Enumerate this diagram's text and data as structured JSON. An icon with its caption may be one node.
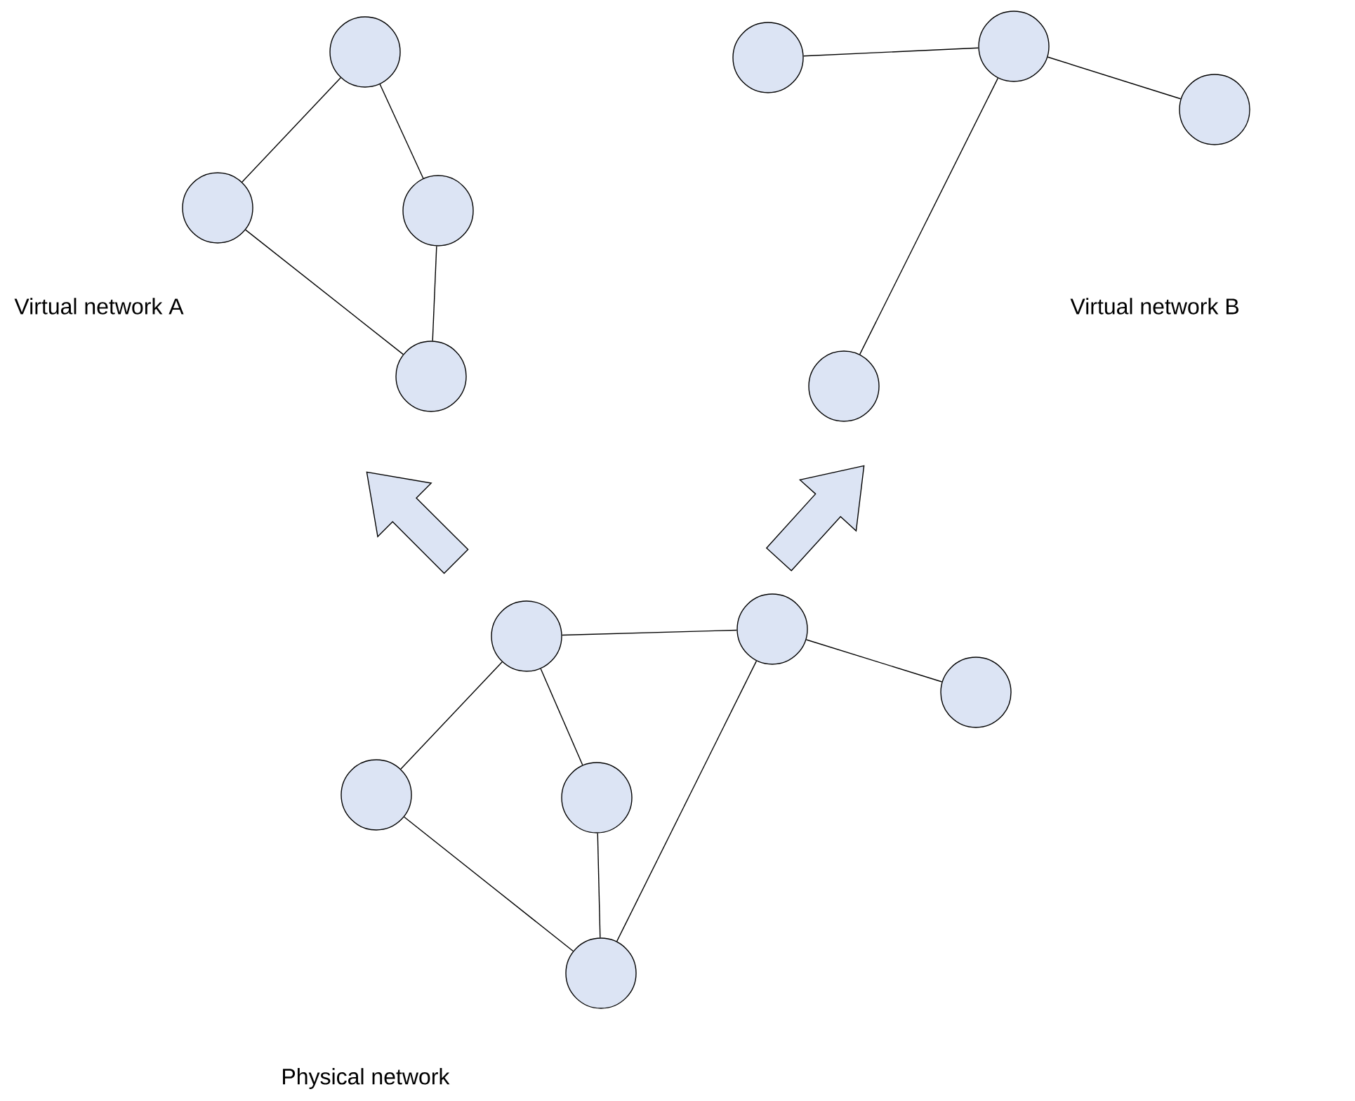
{
  "diagram": {
    "nodes": [
      {
        "text": [],
        "shape": "circle"
      },
      {
        "text": [],
        "shape": "circle"
      },
      {
        "text": [],
        "shape": "circle"
      },
      {
        "text": [],
        "shape": "circle"
      },
      {
        "text": [],
        "shape": "circle"
      },
      {
        "text": [],
        "shape": "circle"
      },
      {
        "text": [],
        "shape": "circle"
      },
      {
        "text": [],
        "shape": "circle"
      },
      {
        "text": [],
        "shape": "circle"
      },
      {
        "text": [],
        "shape": "circle"
      },
      {
        "text": [],
        "shape": "circle"
      },
      {
        "text": [],
        "shape": "circle"
      },
      {
        "text": [],
        "shape": "circle"
      },
      {
        "text": [],
        "shape": "circle"
      }
    ],
    "edges": [
      {
        "from": 0,
        "to": 1,
        "arrow": "none"
      },
      {
        "from": 0,
        "to": 2,
        "arrow": "none"
      },
      {
        "from": 1,
        "to": 3,
        "arrow": "none"
      },
      {
        "from": 2,
        "to": 3,
        "arrow": "none"
      },
      {
        "from": 4,
        "to": 5,
        "arrow": "none"
      },
      {
        "from": 5,
        "to": 6,
        "arrow": "none"
      },
      {
        "from": 5,
        "to": 7,
        "arrow": "none"
      },
      {
        "from": 8,
        "to": 9,
        "arrow": "none"
      },
      {
        "from": 9,
        "to": 10,
        "arrow": "none"
      },
      {
        "from": 8,
        "to": 11,
        "arrow": "none"
      },
      {
        "from": 8,
        "to": 12,
        "arrow": "none"
      },
      {
        "from": 11,
        "to": 13,
        "arrow": "none"
      },
      {
        "from": 12,
        "to": 13,
        "arrow": "none"
      },
      {
        "from": 9,
        "to": 13,
        "arrow": "none"
      }
    ],
    "labels": [
      "Virtual network A",
      "Virtual network B",
      "Physical network"
    ]
  }
}
